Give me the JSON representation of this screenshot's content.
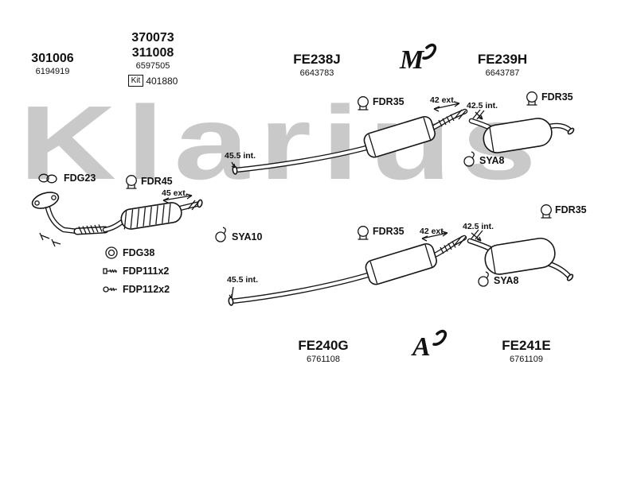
{
  "watermark": "Klarius",
  "parts": {
    "g301006": {
      "code": "301006",
      "ref": "6194919"
    },
    "g370073": {
      "code1": "370073",
      "code2": "311008",
      "ref": "6597505",
      "kit_label": "Kit",
      "kit_ref": "401880"
    },
    "fe238j": {
      "code": "FE238J",
      "ref": "6643783"
    },
    "fe239h": {
      "code": "FE239H",
      "ref": "6643787"
    },
    "fe240g": {
      "code": "FE240G",
      "ref": "6761108"
    },
    "fe241e": {
      "code": "FE241E",
      "ref": "6761109"
    }
  },
  "fittings": {
    "fdg23": "FDG23",
    "fdr45": "FDR45",
    "fdg38": "FDG38",
    "fdp111": "FDP111x2",
    "fdp112": "FDP112x2",
    "sya10": "SYA10",
    "sya8_top": "SYA8",
    "sya8_bot": "SYA8",
    "fdr35_mid_top": "FDR35",
    "fdr35_right_top": "FDR35",
    "fdr35_right_mid": "FDR35",
    "fdr35_mid_bot": "FDR35"
  },
  "dimensions": {
    "ext45": "45 ext.",
    "int455_top": "45.5 int.",
    "int455_bot": "45.5 int.",
    "ext42_top": "42 ext.",
    "int425_top": "42.5 int.",
    "ext42_bot": "42 ext.",
    "int425_bot": "42.5 int."
  },
  "logos": {
    "top": "M",
    "bottom": "A"
  }
}
